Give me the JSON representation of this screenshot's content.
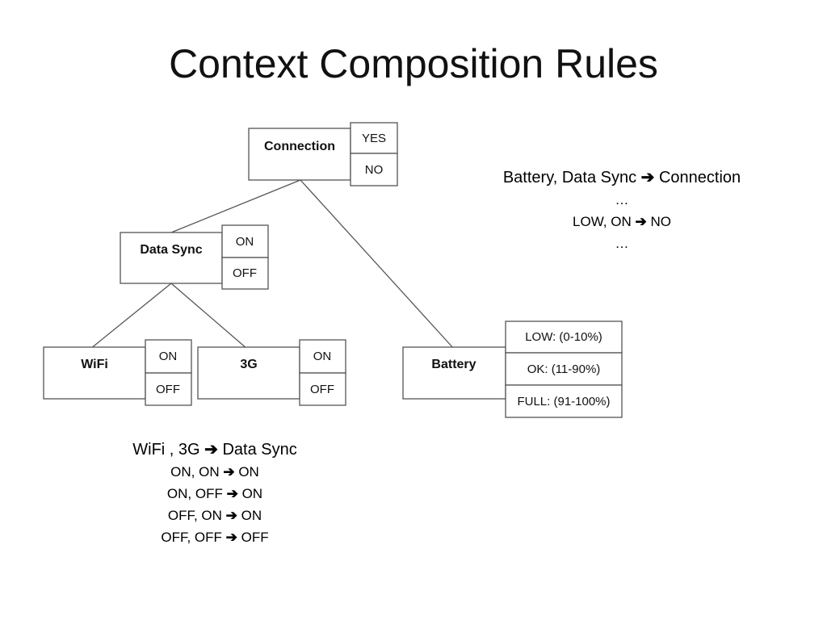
{
  "slide": {
    "title": "Context Composition Rules"
  },
  "arrow_icon": "bold-right-arrow-icon",
  "tree": {
    "nodes": {
      "connection": {
        "label": "Connection",
        "values": [
          "YES",
          "NO"
        ]
      },
      "data_sync": {
        "label": "Data Sync",
        "values": [
          "ON",
          "OFF"
        ]
      },
      "wifi": {
        "label": "WiFi",
        "values": [
          "ON",
          "OFF"
        ]
      },
      "g3": {
        "label": "3G",
        "values": [
          "ON",
          "OFF"
        ]
      },
      "battery": {
        "label": "Battery",
        "values": [
          "LOW: (0-10%)",
          "OK: (11-90%)",
          "FULL: (91-100%)"
        ]
      }
    }
  },
  "rules_connection": {
    "inputs": "Battery, Data Sync",
    "output": "Connection",
    "lines": [
      {
        "text": "…"
      },
      {
        "left": "LOW, ON",
        "right": "NO"
      },
      {
        "text": "…"
      }
    ]
  },
  "rules_data_sync": {
    "inputs": "WiFi , 3G",
    "output": "Data Sync",
    "lines": [
      {
        "left": "ON, ON",
        "right": "ON"
      },
      {
        "left": "ON, OFF",
        "right": "ON"
      },
      {
        "left": "OFF, ON",
        "right": "ON"
      },
      {
        "left": "OFF, OFF",
        "right": "OFF"
      }
    ]
  }
}
